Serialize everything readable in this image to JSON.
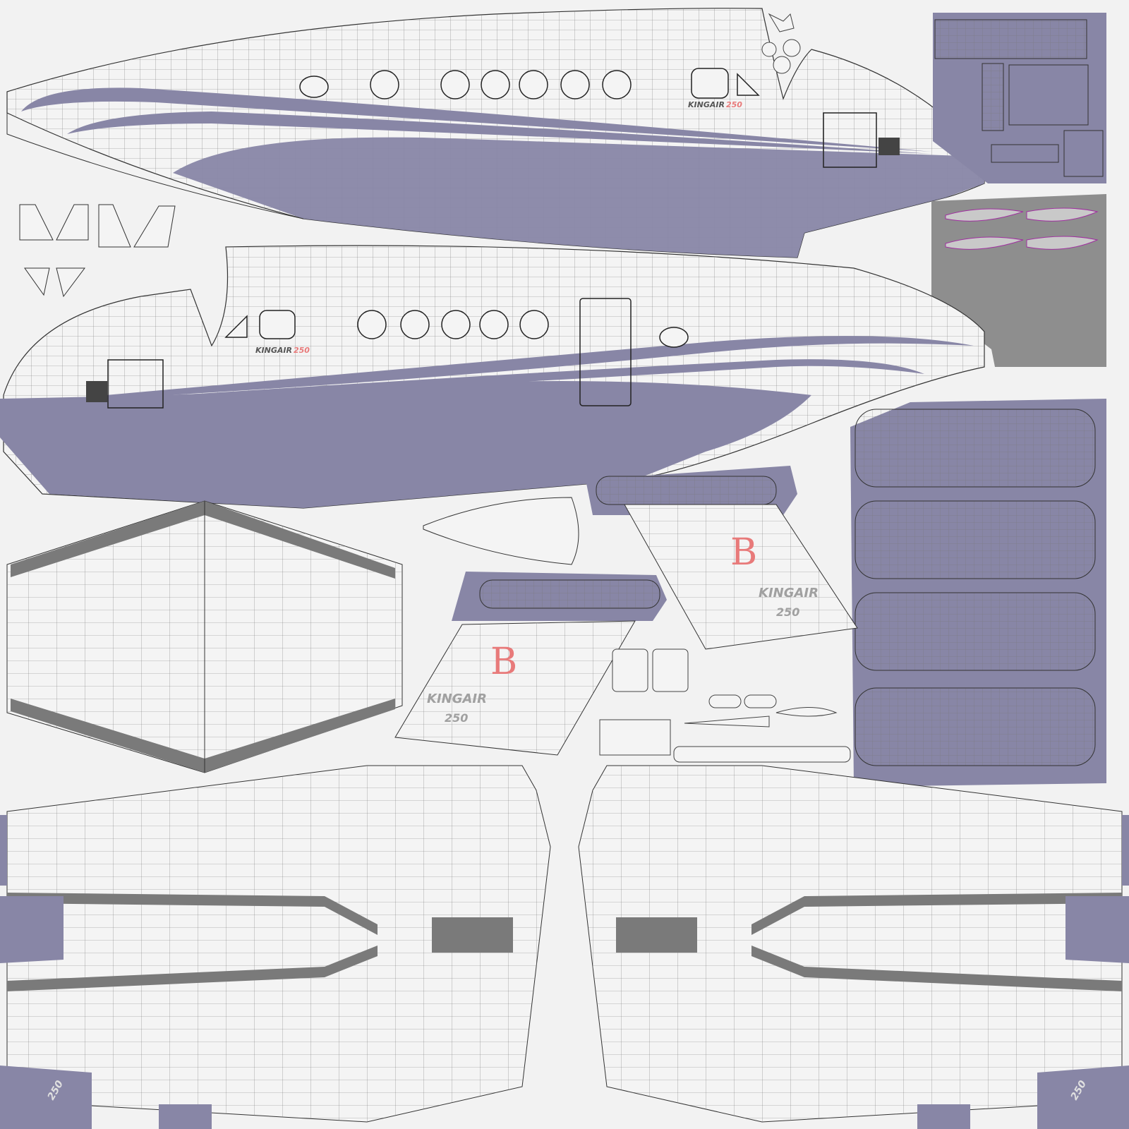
{
  "texture": {
    "brand_word": "KINGAIR",
    "model_number": "250",
    "monogram": "B"
  },
  "colors": {
    "background": "#f2f2f2",
    "livery_purple": "#8886a6",
    "wire": "#6a6a6a",
    "panel_gray": "#8e8e8e",
    "stripe_gray": "#7a7a7a",
    "logo_red": "#e87a7a",
    "logo_gray": "#a0a0a0"
  }
}
